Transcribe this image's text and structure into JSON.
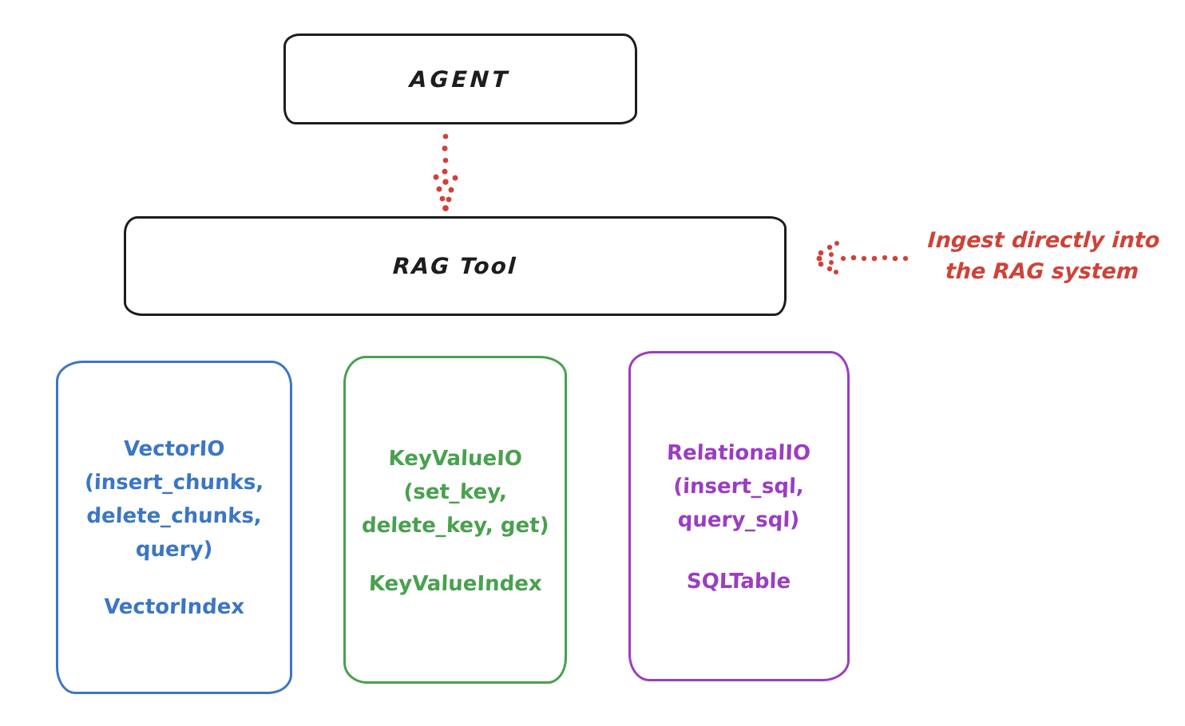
{
  "diagram": {
    "agent": {
      "label": "AGENT"
    },
    "rag_tool": {
      "label": "RAG Tool"
    },
    "annotation": {
      "line1": "Ingest directly into",
      "line2": "the RAG system"
    },
    "boxes": [
      {
        "name": "vector-io",
        "color": "#3b76c4",
        "lines": [
          "VectorIO",
          "(insert_chunks,",
          "delete_chunks,",
          "query)"
        ],
        "index": "VectorIndex"
      },
      {
        "name": "key-value-io",
        "color": "#48a14e",
        "lines": [
          "KeyValueIO",
          "(set_key,",
          "delete_key, get)"
        ],
        "index": "KeyValueIndex"
      },
      {
        "name": "relational-io",
        "color": "#9b3dc1",
        "lines": [
          "RelationalIO",
          "(insert_sql,",
          "query_sql)"
        ],
        "index": "SQLTable"
      }
    ],
    "colors": {
      "ink": "#1d1d1d",
      "red": "#cf4238",
      "background": "#ffffff"
    }
  }
}
